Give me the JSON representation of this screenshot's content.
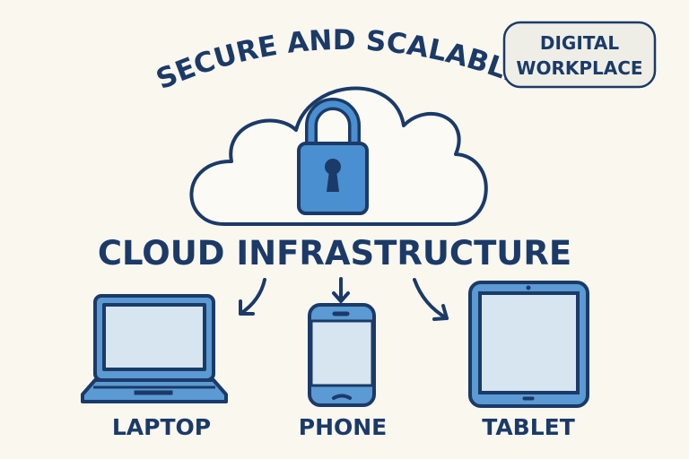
{
  "title": "SECURE AND SCALABLE",
  "badge": {
    "line1": "DIGITAL",
    "line2": "WORKPLACE"
  },
  "heading": "CLOUD INFRASTRUCTURE",
  "devices": [
    {
      "label": "LAPTOP",
      "icon": "laptop-icon"
    },
    {
      "label": "PHONE",
      "icon": "phone-icon"
    },
    {
      "label": "TABLET",
      "icon": "tablet-icon"
    }
  ],
  "colors": {
    "ink": "#1b3a68",
    "accent": "#4a8fcf",
    "screen": "#d7e5f0",
    "background": "#faf7ef"
  }
}
